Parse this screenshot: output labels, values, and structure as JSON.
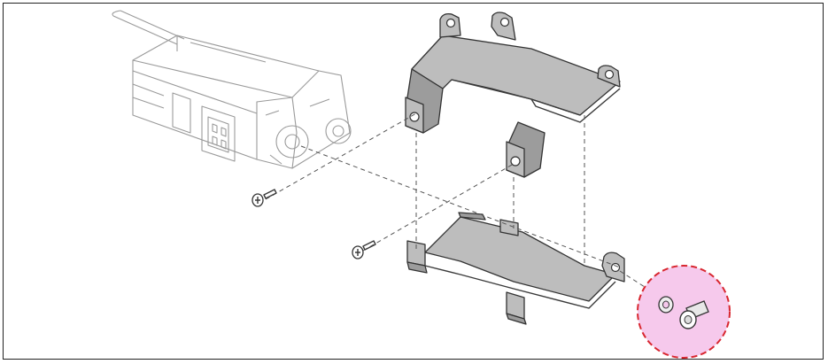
{
  "colors": {
    "background": "#ffffff",
    "frame_border": "#222222",
    "bracket_fill": "#bdbdbd",
    "callout_fill": "#f6c9ec",
    "callout_border": "#d8262f"
  },
  "parts": [
    {
      "name": "servo-actuator",
      "icon": "servo-icon"
    },
    {
      "name": "upper-bracket",
      "icon": "bracket-icon"
    },
    {
      "name": "lower-bracket",
      "icon": "bracket-icon"
    },
    {
      "name": "screw-upper-left",
      "icon": "screw-icon"
    },
    {
      "name": "screw-lower-left",
      "icon": "screw-icon"
    },
    {
      "name": "washer",
      "icon": "washer-icon"
    },
    {
      "name": "bolt",
      "icon": "bolt-icon"
    }
  ]
}
